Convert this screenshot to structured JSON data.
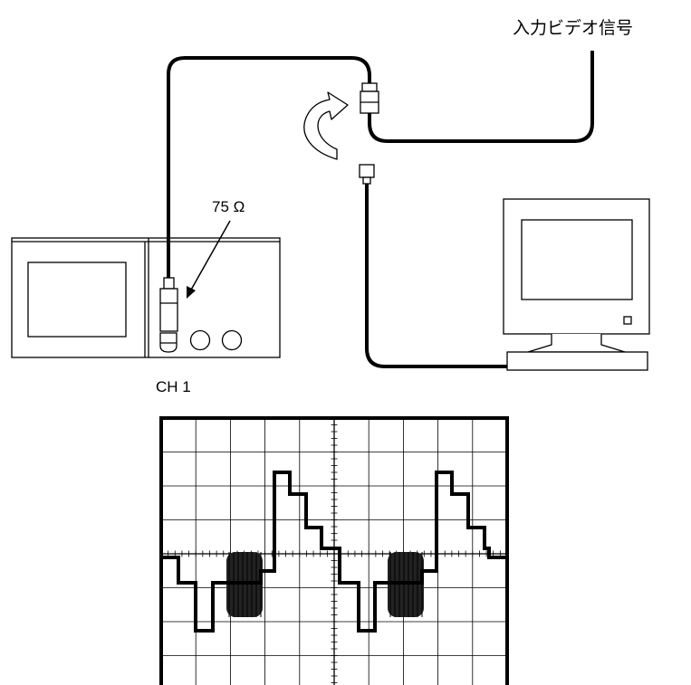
{
  "labels": {
    "input_signal": "入力ビデオ信号",
    "impedance": "75 Ω",
    "channel": "CH 1"
  },
  "icons": [
    "oscilloscope-icon",
    "monitor-icon",
    "bnc-connector-icon",
    "rotate-arrow-icon",
    "video-waveform-icon"
  ],
  "colors": {
    "line": "#000000",
    "background": "#ffffff"
  }
}
